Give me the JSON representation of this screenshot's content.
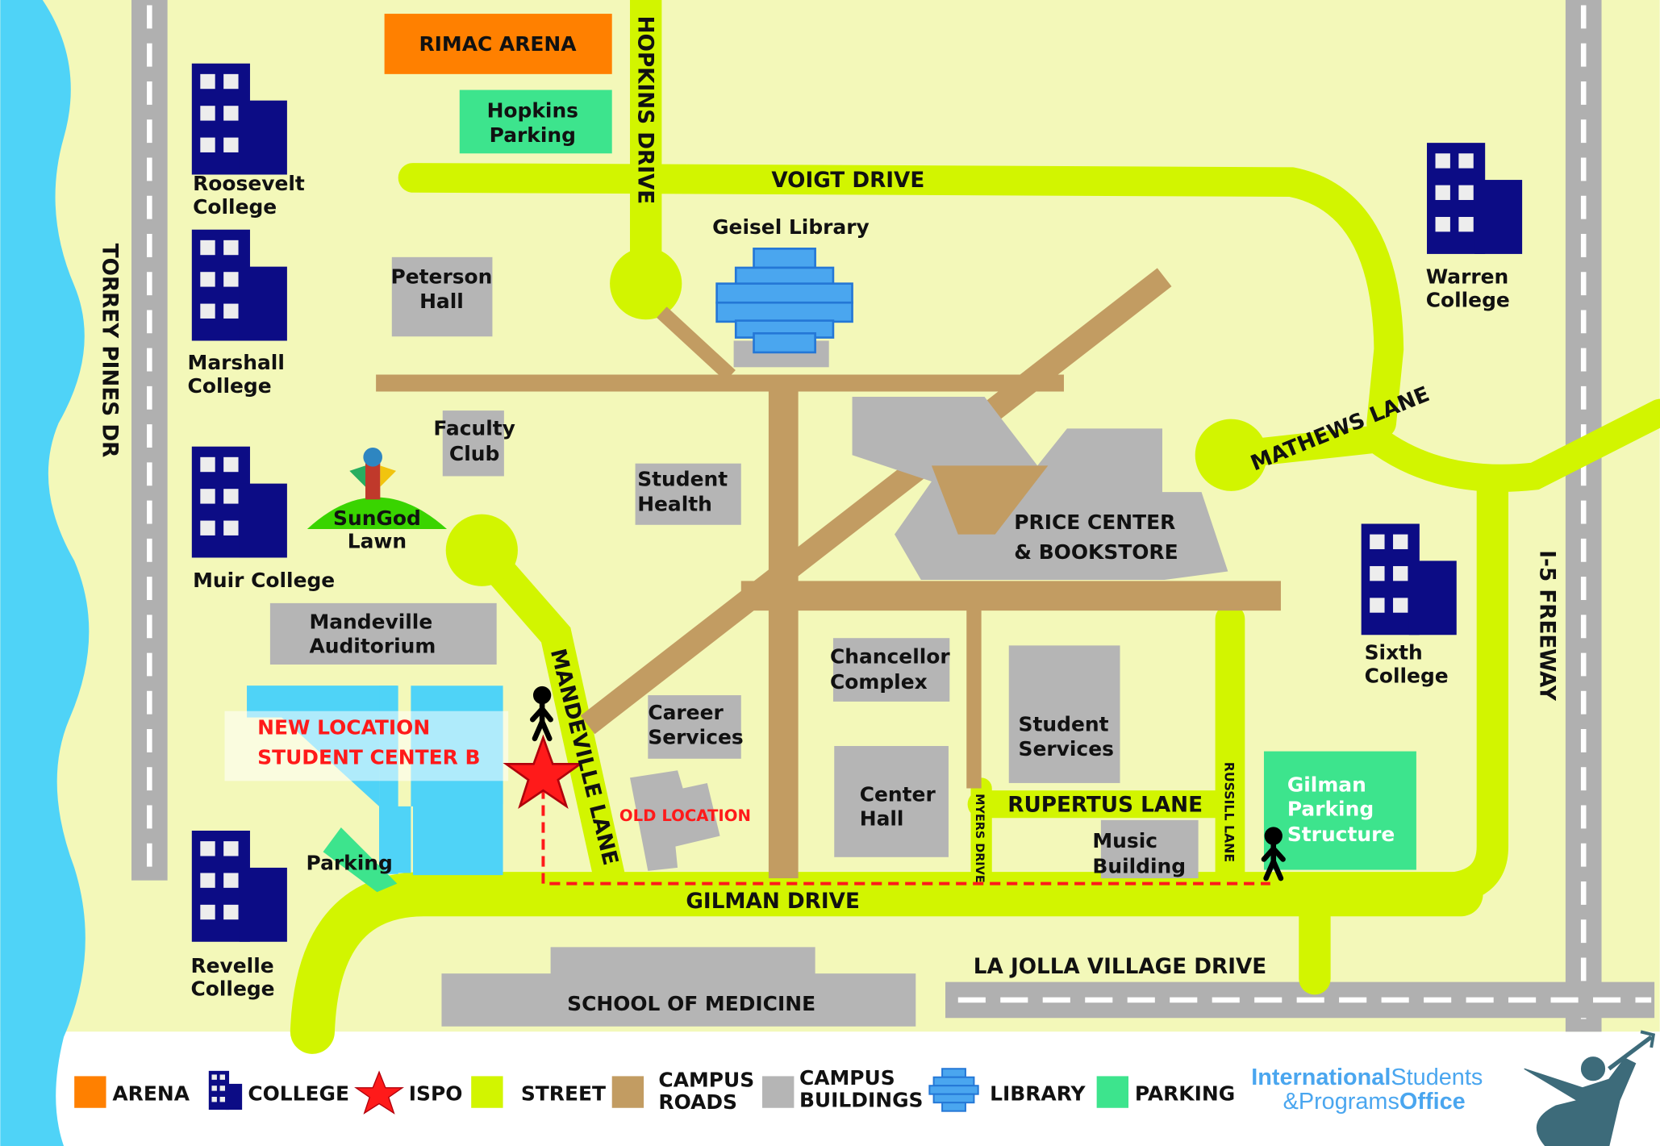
{
  "colors": {
    "background": "#f3f8b9",
    "water": "#4fd3f7",
    "street": "#d2f500",
    "campus_road": "#c29c62",
    "building": "#b5b5b5",
    "college": "#0c0c85",
    "parking": "#3de48d",
    "arena": "#ff8000",
    "library": "#4aa6ef",
    "highlight": "#ff1a1a"
  },
  "streets": {
    "torrey_pines": "TORREY PINES DR",
    "i5": "I-5 FREEWAY",
    "voigt": "VOIGT DRIVE",
    "hopkins": "HOPKINS DRIVE",
    "mathews": "MATHEWS LANE",
    "mandeville": "MANDEVILLE LANE",
    "gilman": "GILMAN DRIVE",
    "la_jolla": "LA JOLLA VILLAGE DRIVE",
    "rupertus": "RUPERTUS LANE",
    "myers": "MYERS DRIVE",
    "russill": "RUSSILL LANE"
  },
  "places": {
    "rimac": "RIMAC ARENA",
    "hopkins_parking": [
      "Hopkins",
      "Parking"
    ],
    "roosevelt": [
      "Roosevelt",
      "College"
    ],
    "marshall": [
      "Marshall",
      "College"
    ],
    "muir": "Muir College",
    "revelle": [
      "Revelle",
      "College"
    ],
    "warren": [
      "Warren",
      "College"
    ],
    "sixth": [
      "Sixth",
      "College"
    ],
    "geisel": "Geisel Library",
    "peterson": [
      "Peterson",
      "Hall"
    ],
    "faculty_club": [
      "Faculty",
      "Club"
    ],
    "sungod": [
      "SunGod",
      "Lawn"
    ],
    "student_health": [
      "Student",
      "Health"
    ],
    "price_center": [
      "PRICE CENTER",
      "& BOOKSTORE"
    ],
    "mandeville_aud": [
      "Mandeville",
      "Auditorium"
    ],
    "chancellor": [
      "Chancellor",
      "Complex"
    ],
    "career": [
      "Career",
      "Services"
    ],
    "student_services": [
      "Student",
      "Services"
    ],
    "center_hall": [
      "Center",
      "Hall"
    ],
    "music": [
      "Music",
      "Building"
    ],
    "gilman_parking": [
      "Gilman",
      "Parking",
      "Structure"
    ],
    "parking": "Parking",
    "school_medicine": "SCHOOL OF MEDICINE",
    "new_location": [
      "NEW LOCATION",
      "STUDENT CENTER B"
    ],
    "old_location": "OLD LOCATION"
  },
  "legend": {
    "arena": "ARENA",
    "college": "COLLEGE",
    "ispo": "ISPO",
    "street": "STREET",
    "campus_roads": [
      "CAMPUS",
      "ROADS"
    ],
    "campus_buildings": [
      "CAMPUS",
      "BUILDINGS"
    ],
    "library": "LIBRARY",
    "parking": "PARKING"
  },
  "logo": {
    "line1_bold": "International",
    "line1_light": "Students",
    "line2_light": "&Programs",
    "line2_bold": "Office"
  }
}
